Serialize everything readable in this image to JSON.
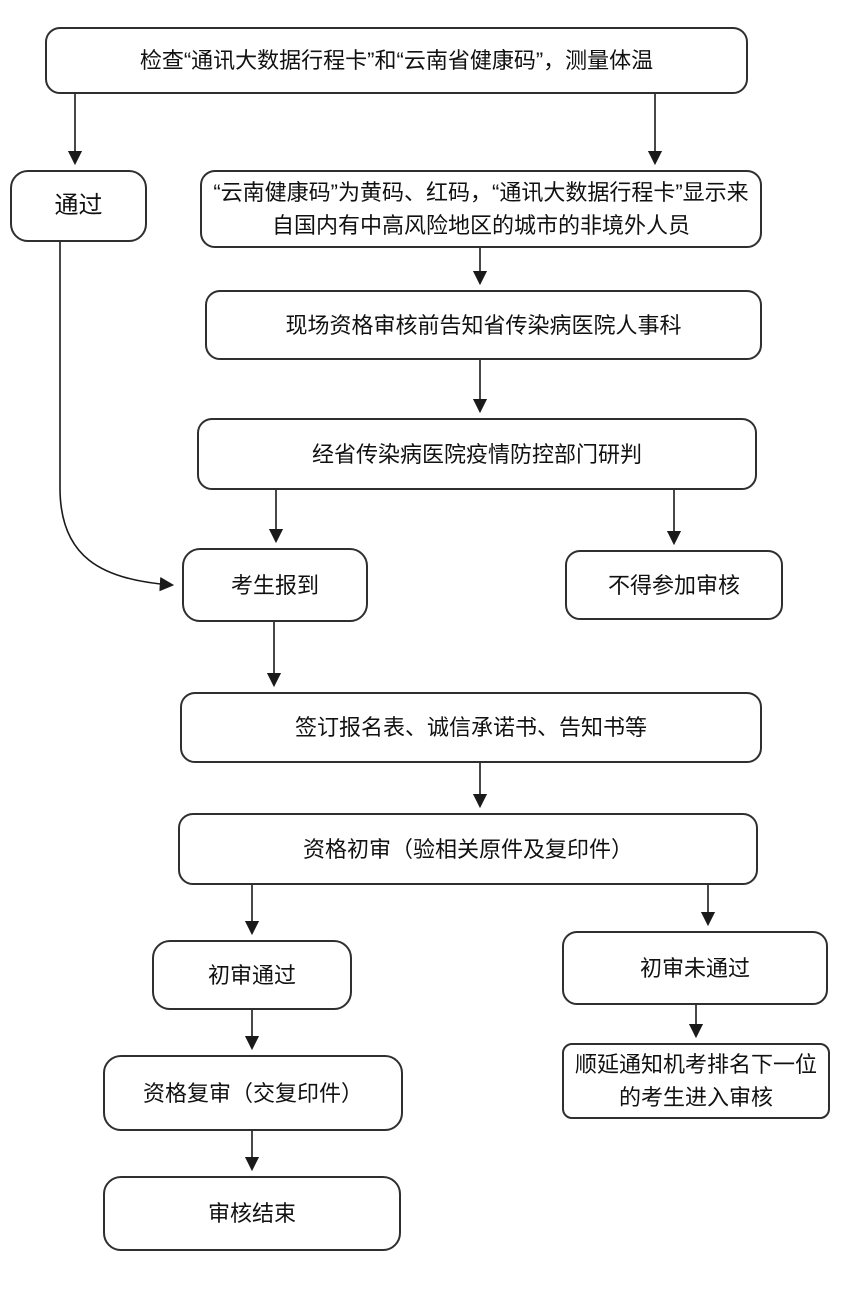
{
  "diagram": {
    "kind": "flowchart",
    "nodes": {
      "check": {
        "label": "检查“通讯大数据行程卡”和“云南省健康码”，测量体温"
      },
      "pass": {
        "label": "通过"
      },
      "abnormal": {
        "label": "“云南健康码”为黄码、红码，“通讯大数据行程卡”显示来自国内有中高风险地区的城市的非境外人员"
      },
      "notify": {
        "label": "现场资格审核前告知省传染病医院人事科"
      },
      "judge": {
        "label": "经省传染病医院疫情防控部门研判"
      },
      "report": {
        "label": "考生报到"
      },
      "denied": {
        "label": "不得参加审核"
      },
      "sign": {
        "label": "签订报名表、诚信承诺书、告知书等"
      },
      "initial_review": {
        "label": "资格初审（验相关原件及复印件）"
      },
      "initial_pass": {
        "label": "初审通过"
      },
      "initial_fail": {
        "label": "初审未通过"
      },
      "recheck": {
        "label": "资格复审（交复印件）"
      },
      "defer": {
        "label": "顺延通知机考排名下一位的考生进入审核"
      },
      "end": {
        "label": "审核结束"
      }
    },
    "edges": [
      {
        "from": "check",
        "to": "pass"
      },
      {
        "from": "check",
        "to": "abnormal"
      },
      {
        "from": "abnormal",
        "to": "notify"
      },
      {
        "from": "notify",
        "to": "judge"
      },
      {
        "from": "judge",
        "to": "report"
      },
      {
        "from": "judge",
        "to": "denied"
      },
      {
        "from": "pass",
        "to": "report"
      },
      {
        "from": "report",
        "to": "sign"
      },
      {
        "from": "sign",
        "to": "initial_review"
      },
      {
        "from": "initial_review",
        "to": "initial_pass"
      },
      {
        "from": "initial_review",
        "to": "initial_fail"
      },
      {
        "from": "initial_pass",
        "to": "recheck"
      },
      {
        "from": "initial_fail",
        "to": "defer"
      },
      {
        "from": "recheck",
        "to": "end"
      }
    ],
    "colors": {
      "background": "#ffffff",
      "box_border": "#2f2f2f",
      "arrow": "#1a1a1a",
      "text": "#111111"
    }
  }
}
